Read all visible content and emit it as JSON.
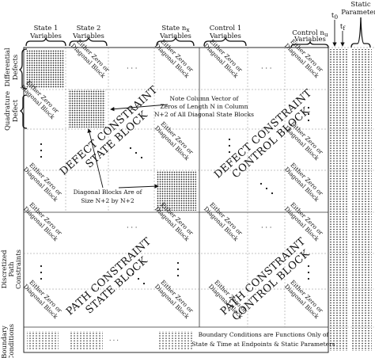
{
  "column_headers": {
    "state1": [
      "State 1",
      "Variables"
    ],
    "state2": [
      "State 2",
      "Variables"
    ],
    "stateN": [
      "State n",
      "x",
      "Variables"
    ],
    "control1": [
      "Control 1",
      "Variables"
    ],
    "controlN": [
      "Control n",
      "u",
      "Variables"
    ],
    "t0": "t",
    "t0_sub": "0",
    "tf": "t",
    "tf_sub": "f",
    "static": [
      "Static",
      "Parameters"
    ]
  },
  "row_headers": {
    "differential": [
      "Differential",
      "Defects"
    ],
    "quadrature": [
      "Quadrature",
      "Defect"
    ],
    "path": [
      "Discretized",
      "Path",
      "Constraints"
    ],
    "boundary": [
      "Boundary",
      "Conditions"
    ]
  },
  "block_labels": {
    "defect_state": [
      "DEFECT CONSTRAINT",
      "STATE BLOCK"
    ],
    "defect_control": [
      "DEFECT CONSTRAINT",
      "CONTROL BLOCK"
    ],
    "path_state": [
      "PATH CONSTRAINT",
      "STATE BLOCK"
    ],
    "path_control": [
      "PATH CONSTRAINT",
      "CONTROL BLOCK"
    ]
  },
  "either_zero": [
    "Either Zero or",
    "Diagonal Block"
  ],
  "annotations": {
    "note": [
      "Note Column Vector of",
      "Zeros of Length N in Column",
      "N+2 of All Diagonal State Blocks"
    ],
    "diagonal": [
      "Diagonal Blocks Are of",
      "Size N+2 by N+2"
    ],
    "boundary": [
      "Boundary Conditions are Functions Only of",
      "State & Time at Endpoints & Static Parameters"
    ]
  },
  "ellipsis": "· · ·"
}
